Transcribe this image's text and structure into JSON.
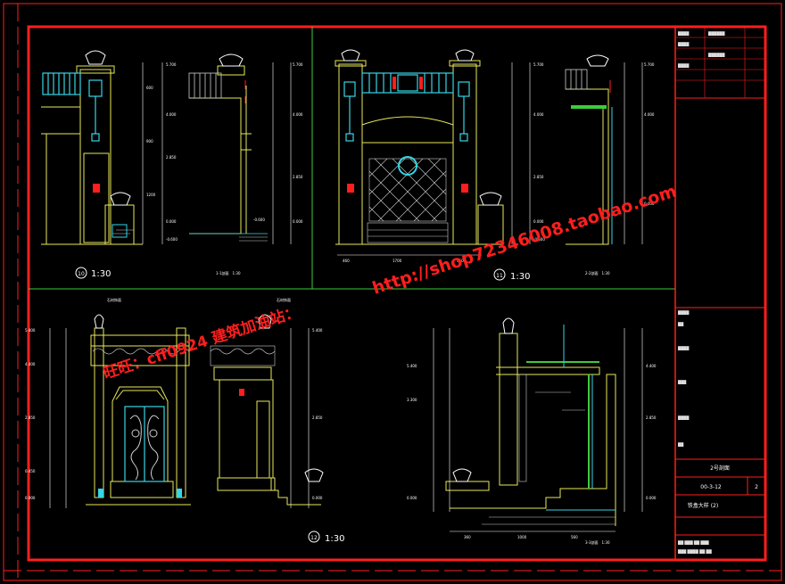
{
  "drawings": {
    "elev_top_left_scale": "1:30",
    "elev_top_mid_scale": "1:30",
    "elev_bottom_scale": "1:30",
    "elev_top_left_num": "10",
    "elev_top_mid_num": "11",
    "elev_bottom_num": "12"
  },
  "title_block": {
    "drawing_name": "2号剖面",
    "drawing_no": "00-3-12",
    "sheet_no": "2",
    "project": "铁盒大样 (2)"
  },
  "watermark": {
    "url_text": "http://shop72346008.taobao.com",
    "contact_text": "旺旺：cff0924  建筑加油站："
  },
  "colors": {
    "frame": "#ff1e1e",
    "line_yellow": "#e8e85a",
    "line_cyan": "#35d6e6",
    "line_green": "#3ccc3c",
    "line_white": "#ffffff",
    "background": "#000000"
  }
}
